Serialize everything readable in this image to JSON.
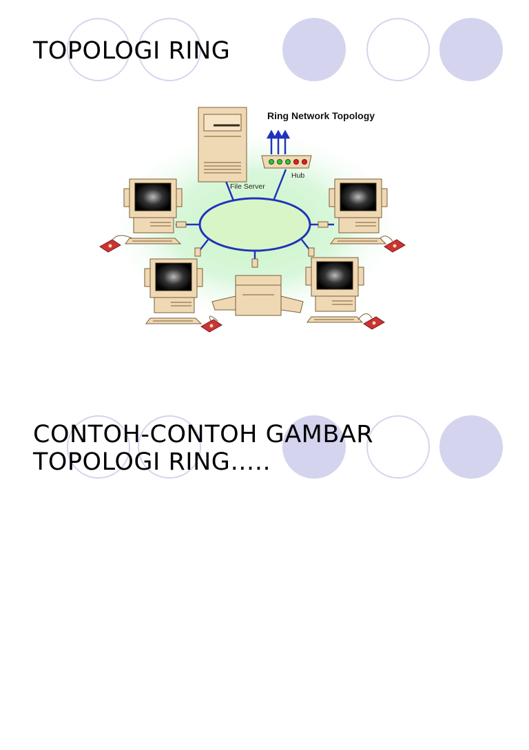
{
  "slides": [
    {
      "title": "TOPOLOGI RING",
      "diagram": {
        "heading": "Ring Network Topology",
        "file_server_label": "File Server",
        "hub_label": "Hub"
      }
    },
    {
      "title_line1": "CONTOH-CONTOH GAMBAR",
      "title_line2": "TOPOLOGI RING….."
    }
  ],
  "theme": {
    "circle_fill": "#d4d4ee",
    "ring_fill": "#d8f5c8",
    "cable_color": "#2233bb",
    "beige": "#efd9b4"
  },
  "icons": [
    "file-server-icon",
    "hub-icon",
    "workstation-icon",
    "printer-icon",
    "mouse-icon"
  ]
}
